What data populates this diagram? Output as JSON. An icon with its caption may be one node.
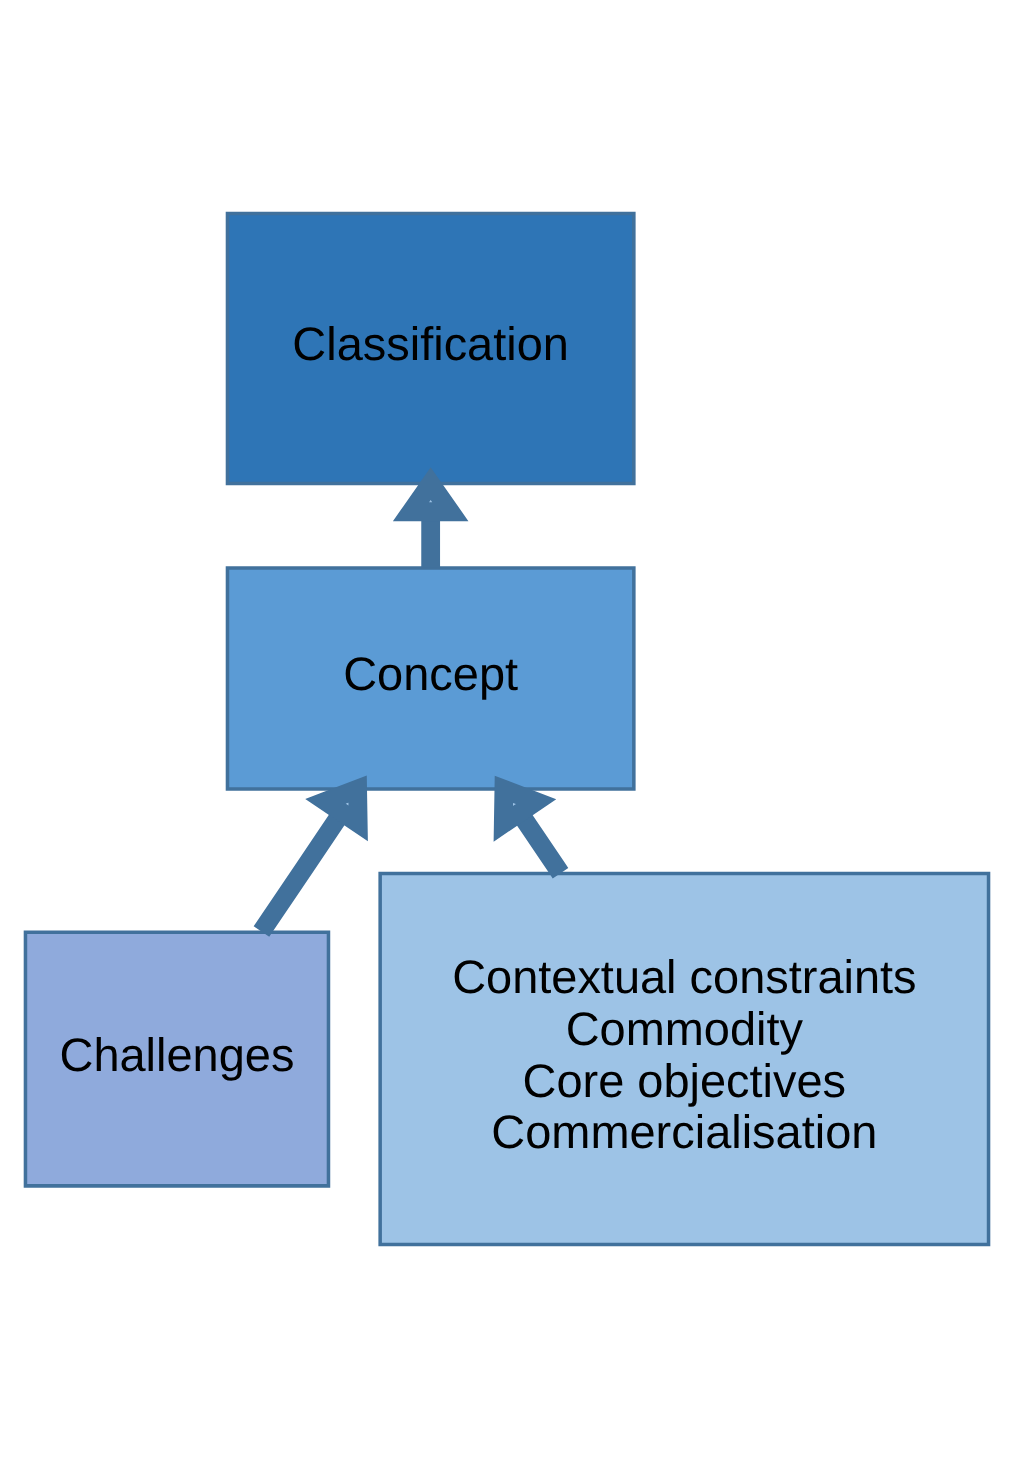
{
  "diagram": {
    "nodes": [
      {
        "text": [
          "Classification"
        ]
      },
      {
        "text": [
          "Concept"
        ]
      },
      {
        "text": [
          "Challenges"
        ]
      },
      {
        "text": [
          "Contextual constraints",
          "Commodity",
          "Core objectives",
          "Commercialisation"
        ]
      }
    ],
    "edges": [
      {
        "from": 1,
        "to": 0,
        "arrow": "to"
      },
      {
        "from": 3,
        "to": 1,
        "arrow": "to"
      },
      {
        "from": 2,
        "to": 1,
        "arrow": "to"
      }
    ]
  }
}
